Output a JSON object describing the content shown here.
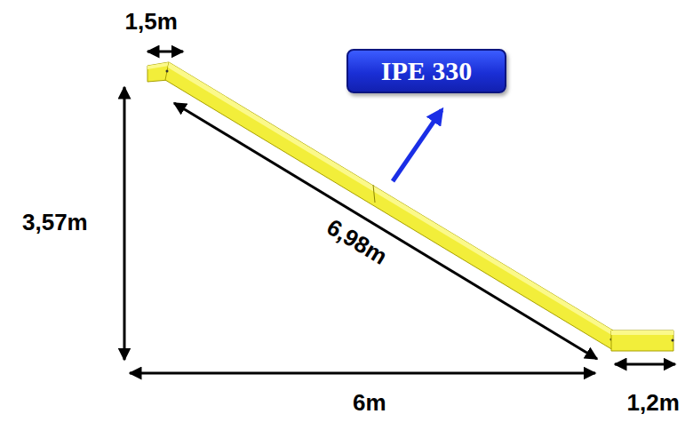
{
  "diagram": {
    "nodes": [
      {
        "text": [
          "IPE 330"
        ]
      }
    ],
    "labels": [
      "1,5m",
      "3,57m",
      "6,98m",
      "6m",
      "1,2m"
    ]
  }
}
